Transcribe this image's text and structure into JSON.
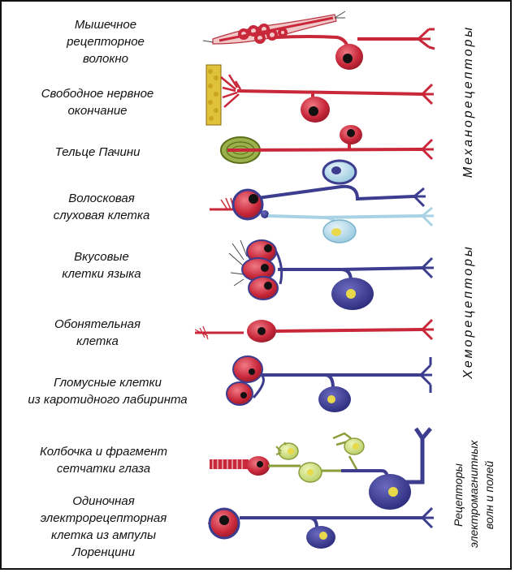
{
  "labels": [
    [
      "Мышечное",
      "рецепторное",
      "волокно"
    ],
    [
      "Свободное нервное",
      "окончание"
    ],
    [
      "Тельце Пачини"
    ],
    [
      "Волосковая",
      "слуховая клетка"
    ],
    [
      "Вкусовые",
      "клетки языка"
    ],
    [
      "Обонятельная",
      "клетка"
    ],
    [
      "Гломусные клетки",
      "из каротидного лабиринта"
    ],
    [
      "Колбочка и фрагмент",
      "сетчатки глаза"
    ],
    [
      "Одиночная",
      "электрорецепторная",
      "клетка из ампулы",
      "Лоренцини"
    ]
  ],
  "side": {
    "mechano": "Механорецепторы",
    "chemo": "Хеморецепторы",
    "electro": [
      "Рецепторы",
      "электромагнитных",
      "волн и полей"
    ]
  },
  "colors": {
    "red": "#c8283a",
    "blue": "#3d3d8f",
    "lightblue": "#a9d3e4",
    "green": "#8a9e3a",
    "yellow": "#e8d84a",
    "nucleus": "#111111"
  }
}
